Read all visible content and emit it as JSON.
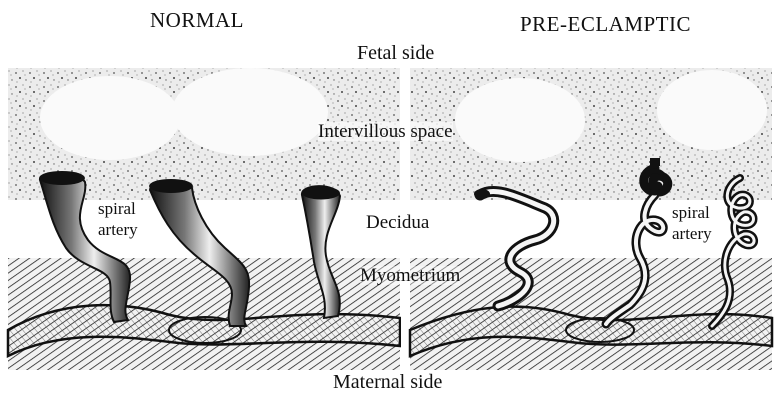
{
  "panels": {
    "left_title": "NORMAL",
    "right_title": "PRE-ECLAMPTIC"
  },
  "labels": {
    "fetal_side": "Fetal side",
    "maternal_side": "Maternal side",
    "intervillous_space": "Intervillous space",
    "decidua": "Decidua",
    "myometrium": "Myometrium",
    "spiral_left_line1": "spiral",
    "spiral_left_line2": "artery",
    "spiral_right_line1": "spiral",
    "spiral_right_line2": "artery"
  }
}
